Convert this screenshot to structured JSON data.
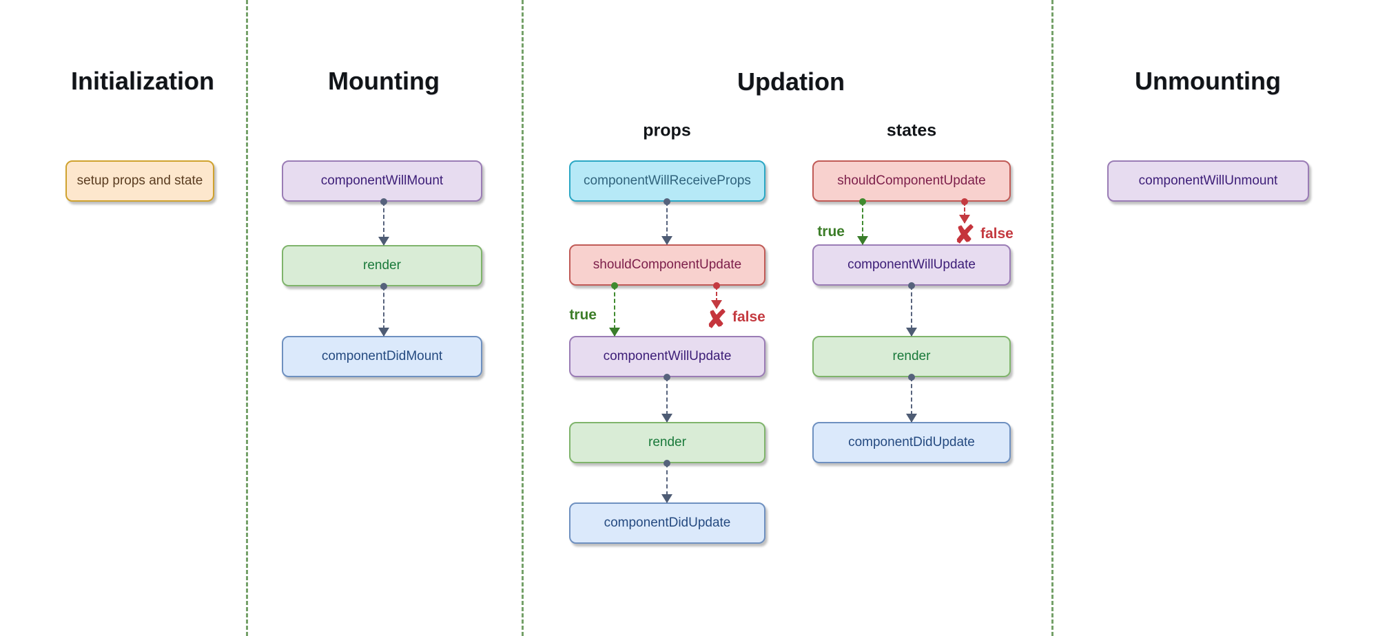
{
  "sections": [
    {
      "title": "Initialization",
      "steps": [
        {
          "label": "setup props and state",
          "color": "orange"
        }
      ]
    },
    {
      "title": "Mounting",
      "steps": [
        {
          "label": "componentWillMount",
          "color": "purple"
        },
        {
          "label": "render",
          "color": "green"
        },
        {
          "label": "componentDidMount",
          "color": "blue"
        }
      ]
    },
    {
      "title": "Updation",
      "columns": [
        {
          "label": "props",
          "steps": [
            {
              "label": "componentWillReceiveProps",
              "color": "cyan"
            },
            {
              "label": "shouldComponentUpdate",
              "color": "red"
            },
            {
              "label": "componentWillUpdate",
              "color": "purple"
            },
            {
              "label": "render",
              "color": "green"
            },
            {
              "label": "componentDidUpdate",
              "color": "blue"
            }
          ]
        },
        {
          "label": "states",
          "steps": [
            {
              "label": "shouldComponentUpdate",
              "color": "red"
            },
            {
              "label": "componentWillUpdate",
              "color": "purple"
            },
            {
              "label": "render",
              "color": "green"
            },
            {
              "label": "componentDidUpdate",
              "color": "blue"
            }
          ]
        }
      ]
    },
    {
      "title": "Unmounting",
      "steps": [
        {
          "label": "componentWillUnmount",
          "color": "purple"
        }
      ]
    }
  ],
  "branch": {
    "true_label": "true",
    "false_label": "false",
    "cross_icon": "✘"
  },
  "colors": {
    "background": "#ffffff",
    "separator_dash": "#5d9150",
    "connector": "#56627c",
    "true_branch": "#3f8a2e",
    "false_branch": "#c43a40",
    "node_orange": {
      "fill": "#fde7cd",
      "border": "#cfa22e",
      "text": "#5a3c20"
    },
    "node_purple": {
      "fill": "#e7dcf0",
      "border": "#9a7cb5",
      "text": "#3c1d77"
    },
    "node_green": {
      "fill": "#d9ecd6",
      "border": "#7fb46b",
      "text": "#19793a"
    },
    "node_blue": {
      "fill": "#dbe9fb",
      "border": "#6e90c0",
      "text": "#254a80"
    },
    "node_cyan": {
      "fill": "#b6e9f7",
      "border": "#2aa7c4",
      "text": "#30637c"
    },
    "node_red": {
      "fill": "#f8d1ce",
      "border": "#c05a56",
      "text": "#7c1e4a"
    }
  }
}
